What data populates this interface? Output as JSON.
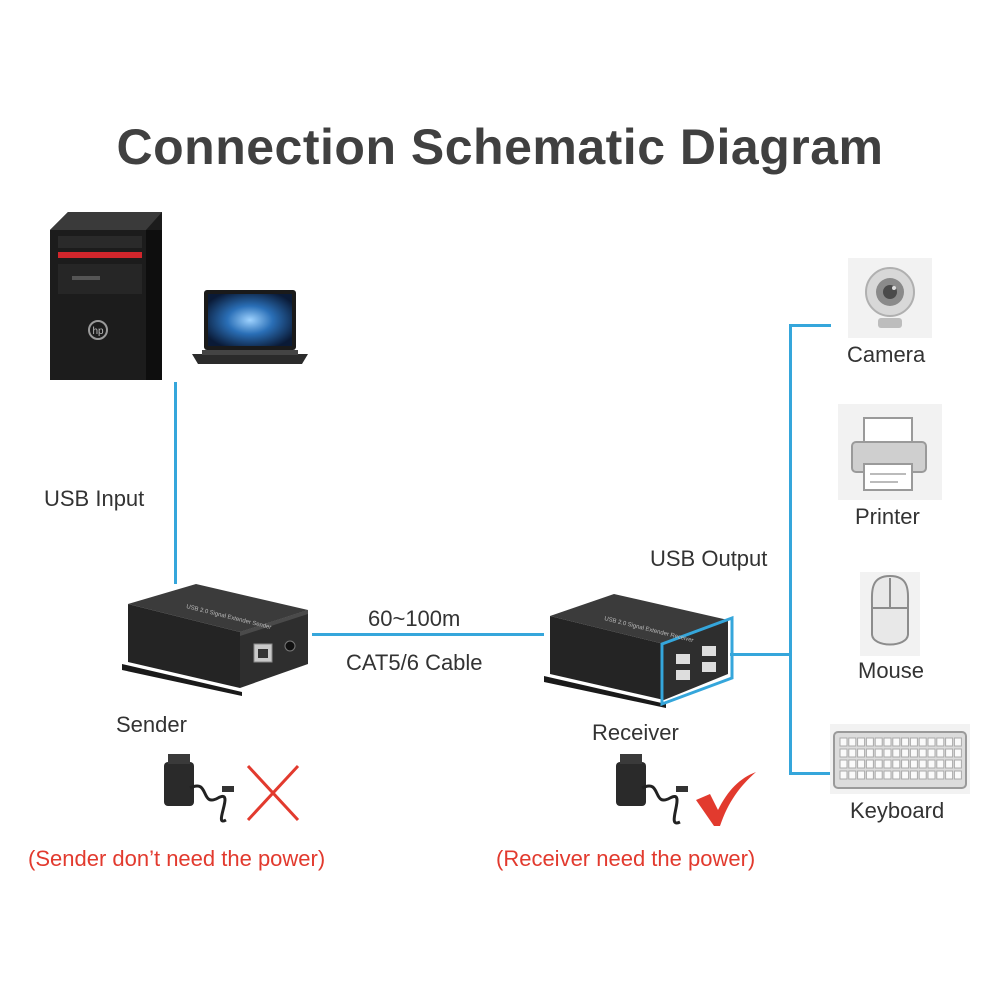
{
  "title": "Connection Schematic Diagram",
  "labels": {
    "usb_input": "USB Input",
    "usb_output": "USB Output",
    "distance": "60~100m",
    "cable": "CAT5/6 Cable",
    "sender": "Sender",
    "receiver": "Receiver",
    "camera": "Camera",
    "printer": "Printer",
    "mouse": "Mouse",
    "keyboard": "Keyboard"
  },
  "notes": {
    "sender_power": "(Sender don’t need the power)",
    "receiver_power": "(Receiver need the power)"
  },
  "device_text": {
    "sender_box": "USB 2.0 Signal Extender Sender",
    "receiver_box": "USB 2.0 Signal Extender Receiver",
    "pc_brand": "hp"
  },
  "colors": {
    "line": "#35a6db",
    "note_red": "#e23a2e",
    "title": "#404040"
  }
}
